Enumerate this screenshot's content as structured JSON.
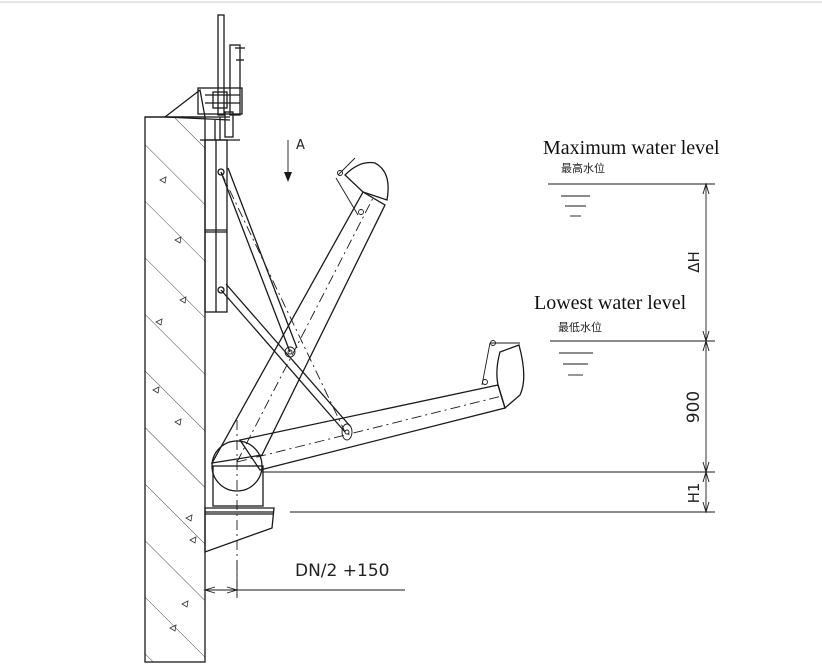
{
  "labels": {
    "max_level_en": "Maximum water level",
    "max_level_cn": "最高水位",
    "min_level_en": "Lowest water level",
    "min_level_cn": "最低水位",
    "delta_h": "ΔH",
    "dim_900": "900",
    "h1": "H1",
    "dn_dim": "DN/2 +150",
    "view_a": "A"
  }
}
